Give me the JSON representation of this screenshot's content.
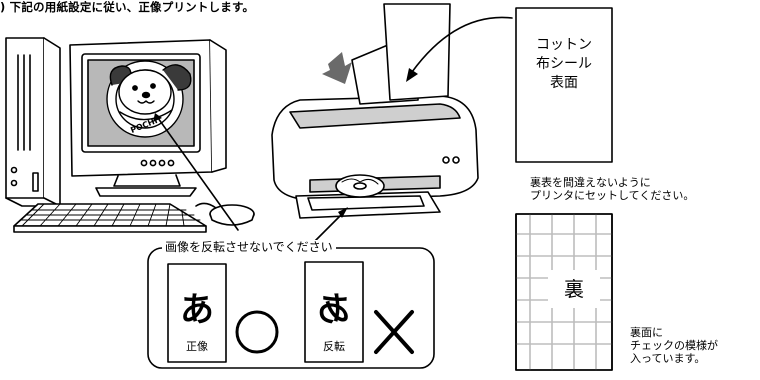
{
  "heading": ") 下記の用紙設定に従い、正像プリントします。",
  "paper_front": {
    "lines": [
      "コットン",
      "布シール",
      "表面"
    ]
  },
  "caution": [
    "裏表を間違えないように",
    "プリンタにセットしてください。"
  ],
  "paper_back": {
    "label": "裏",
    "caption": [
      "裏面に",
      "チェックの模様が",
      "入っています。"
    ]
  },
  "notice": {
    "title": "画像を反転させないでください",
    "correct": {
      "glyph": "あ",
      "label": "正像",
      "mark": "○"
    },
    "wrong": {
      "glyph": "あ",
      "label": "反転",
      "mark": "×"
    }
  },
  "logo_text": "POCHI",
  "colors": {
    "screen": "#b8b8b8",
    "body": "#ffffff",
    "line": "#000000",
    "shade": "#cfcfcf",
    "grid": "#bdbdbd"
  }
}
